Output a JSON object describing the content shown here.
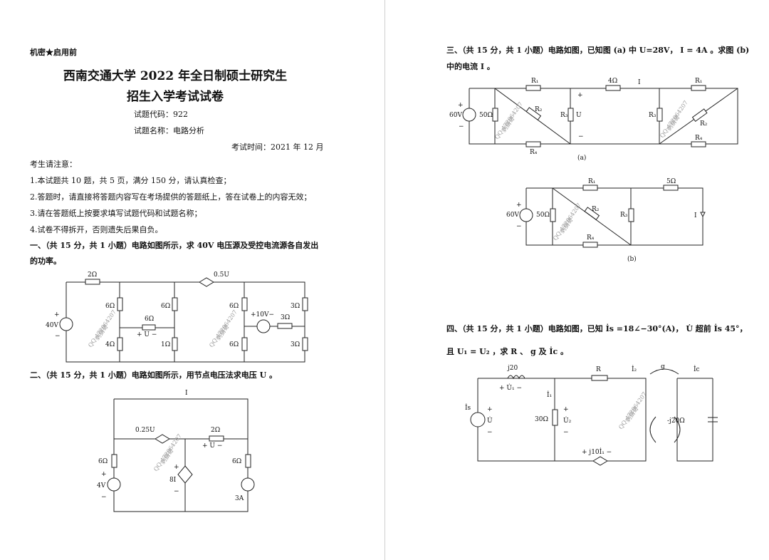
{
  "header": {
    "secret": "机密★启用前",
    "title1": "西南交通大学 2022 年全日制硕士研究生",
    "title2": "招生入学考试试卷",
    "code": "试题代码：922",
    "name": "试题名称：电路分析",
    "time": "考试时间：2021 年 12 月"
  },
  "notice": {
    "heading": "考生请注意：",
    "items": [
      "1.本试题共 10 题，共 5 页，满分 150 分，请认真检查；",
      "2.答题时，请直接将答题内容写在考场提供的答题纸上，答在试卷上的内容无效；",
      "3.请在答题纸上按要求填写试题代码和试题名称；",
      "4.试卷不得拆开，否则遗失后果自负。"
    ]
  },
  "q1": {
    "line1": "一、（共 15 分，共 1 小题）电路如图所示，求 40V 电压源及受控电流源各自发出",
    "line2": "的功率。",
    "labels": [
      "2Ω",
      "0.5U",
      "6Ω",
      "6Ω",
      "6Ω",
      "3Ω",
      "40V",
      "6Ω",
      "+ U −",
      "4Ω",
      "1Ω",
      "+10V−",
      "3Ω",
      "6Ω",
      "3Ω",
      "+",
      "−"
    ]
  },
  "q2": {
    "line1": "二、（共 15 分，共 1 小题）电路如图所示，用节点电压法求电压 U 。",
    "labels": [
      "I",
      "0.25U",
      "2Ω",
      "+ U −",
      "6Ω",
      "6Ω",
      "4V",
      "8I",
      "3A",
      "+",
      "−",
      "+",
      "−"
    ]
  },
  "q3": {
    "line1": "三、（共 15 分，共 1 小题）电路如图，已知图 (a) 中 U=28V， I = 4A 。求图 (b)",
    "line2": "中的电流 I 。",
    "labels_a": [
      "R₁",
      "4Ω",
      "I",
      "R₁",
      "60V",
      "50Ω",
      "R₂",
      "R₃",
      "U",
      "R₃",
      "R₂",
      "R₄",
      "R₄",
      "(a)",
      "+",
      "−",
      "+",
      "−"
    ],
    "labels_b": [
      "R₁",
      "5Ω",
      "60V",
      "50Ω",
      "R₂",
      "R₃",
      "I",
      "R₄",
      "(b)",
      "+",
      "−"
    ]
  },
  "q4": {
    "line1": "四、（共 15 分，共 1 小题）电路如图，已知 İs =18∠−30°(A)， U̇ 超前 İs 45°，",
    "line2": "且 U₁ = U₂ ，求 R 、 g 及 İc 。",
    "labels": [
      "j20",
      "+  U̇₁  −",
      "R",
      "İ₂",
      "g",
      "İc",
      "İs",
      "İ₁",
      "30Ω",
      "+",
      "U̇",
      "−",
      "+",
      "U̇₂",
      "−",
      "-j20Ω",
      "+  j10İ₁  −"
    ]
  },
  "watermark": {
    "line1": "刺猬哥",
    "line2": "QQ:472064207"
  }
}
